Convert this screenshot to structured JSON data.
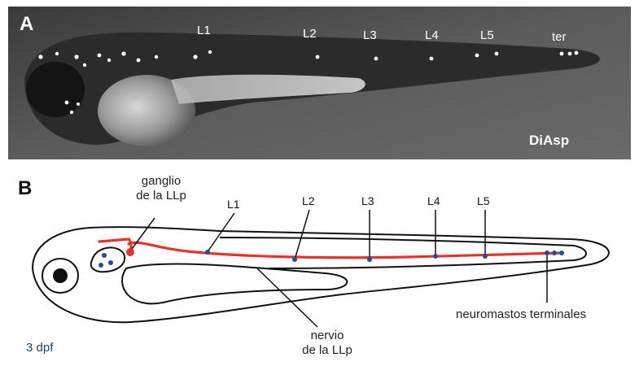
{
  "panel_a": {
    "letter": "A",
    "labels": {
      "l1": "L1",
      "l2": "L2",
      "l3": "L3",
      "l4": "L4",
      "l5": "L5",
      "ter": "ter"
    },
    "stain": "DiAsp"
  },
  "panel_b": {
    "letter": "B",
    "labels": {
      "l1": "L1",
      "l2": "L2",
      "l3": "L3",
      "l4": "L4",
      "l5": "L5"
    },
    "ganglion_label": [
      "ganglio",
      "de la LLp"
    ],
    "nerve_label": [
      "nervio",
      "de la LLp"
    ],
    "terminal_label": "neuromastos terminales",
    "stage": "3 dpf"
  },
  "colors": {
    "nerve": "#e8322a",
    "neuromast": "#1f4e9c",
    "outline": "#111111"
  }
}
